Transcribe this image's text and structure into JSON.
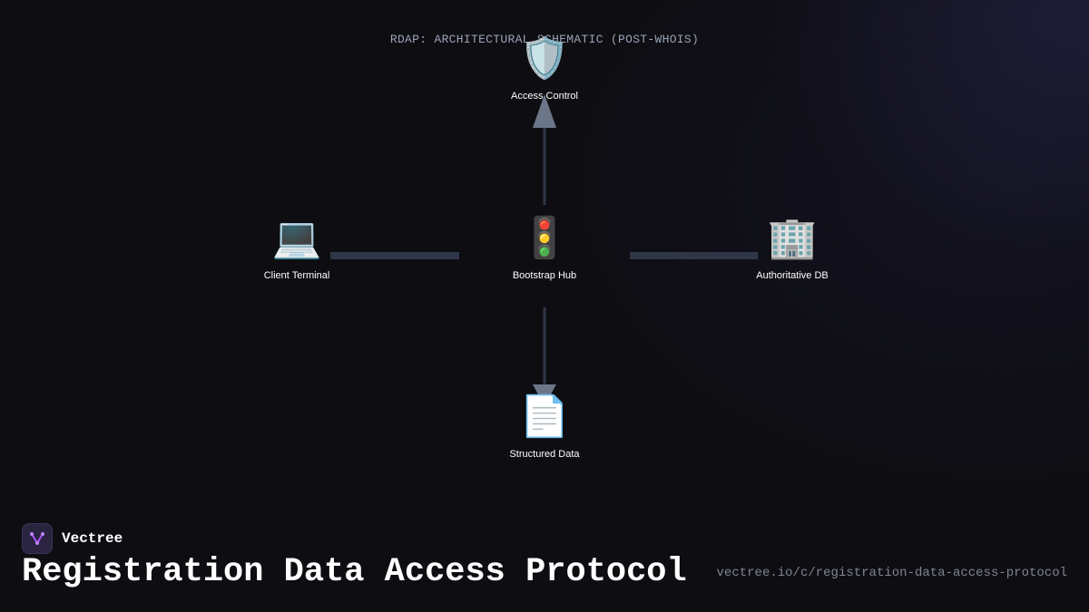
{
  "diagram": {
    "title": "RDAP: ARCHITECTURAL SCHEMATIC (POST-WHOIS)",
    "nodes": [
      {
        "id": "access",
        "label": "Access Control",
        "icon": "shield-icon",
        "glyph": "🛡️"
      },
      {
        "id": "client",
        "label": "Client Terminal",
        "icon": "laptop-icon",
        "glyph": "💻"
      },
      {
        "id": "hub",
        "label": "Bootstrap Hub",
        "icon": "traffic-light-icon",
        "glyph": "🚦"
      },
      {
        "id": "db",
        "label": "Authoritative DB",
        "icon": "office-building-icon",
        "glyph": "🏢"
      },
      {
        "id": "data",
        "label": "Structured Data",
        "icon": "document-icon",
        "glyph": "📄"
      }
    ],
    "edges": [
      {
        "from": "hub",
        "to": "access",
        "arrow": true
      },
      {
        "from": "hub",
        "to": "client",
        "arrow": false
      },
      {
        "from": "hub",
        "to": "db",
        "arrow": false
      },
      {
        "from": "hub",
        "to": "data",
        "arrow": true
      }
    ],
    "colors": {
      "edge": "#2e3748",
      "arrow": "#6b7689",
      "background": "#0e0d12"
    }
  },
  "brand": {
    "name": "Vectree",
    "logo_icon": "vectree-logo-icon",
    "logo_color": "#a855f7"
  },
  "page": {
    "title": "Registration Data Access Protocol",
    "url": "vectree.io/c/registration-data-access-protocol"
  }
}
